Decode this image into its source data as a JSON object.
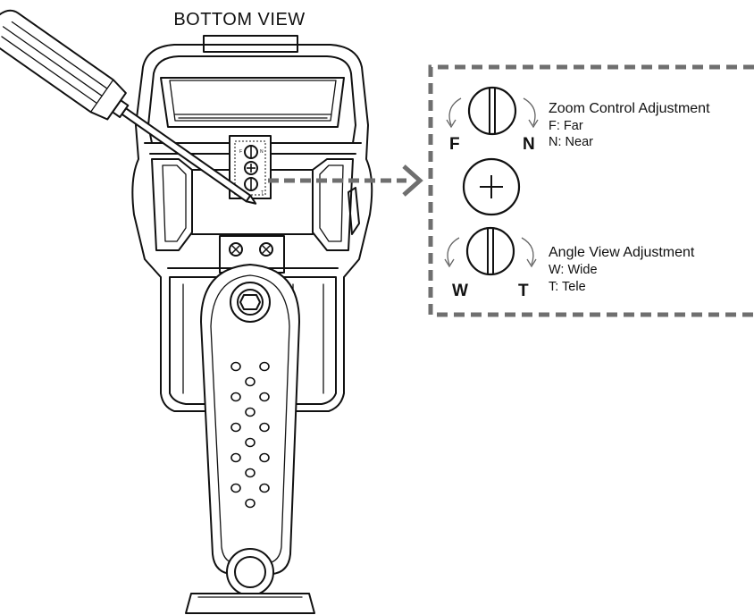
{
  "title": "BOTTOM VIEW",
  "callout": {
    "zoom": {
      "heading": "Zoom Control Adjustment",
      "line1": "F: Far",
      "line2": "N: Near",
      "left_letter": "F",
      "right_letter": "N"
    },
    "angle": {
      "heading": "Angle View Adjustment",
      "line1": "W: Wide",
      "line2": "T: Tele",
      "left_letter": "W",
      "right_letter": "T"
    }
  },
  "plate_labels": [
    "F",
    "N",
    "W",
    "T"
  ],
  "colors": {
    "line": "#111111",
    "callout_border": "#6f6f6f",
    "background": "#ffffff"
  }
}
